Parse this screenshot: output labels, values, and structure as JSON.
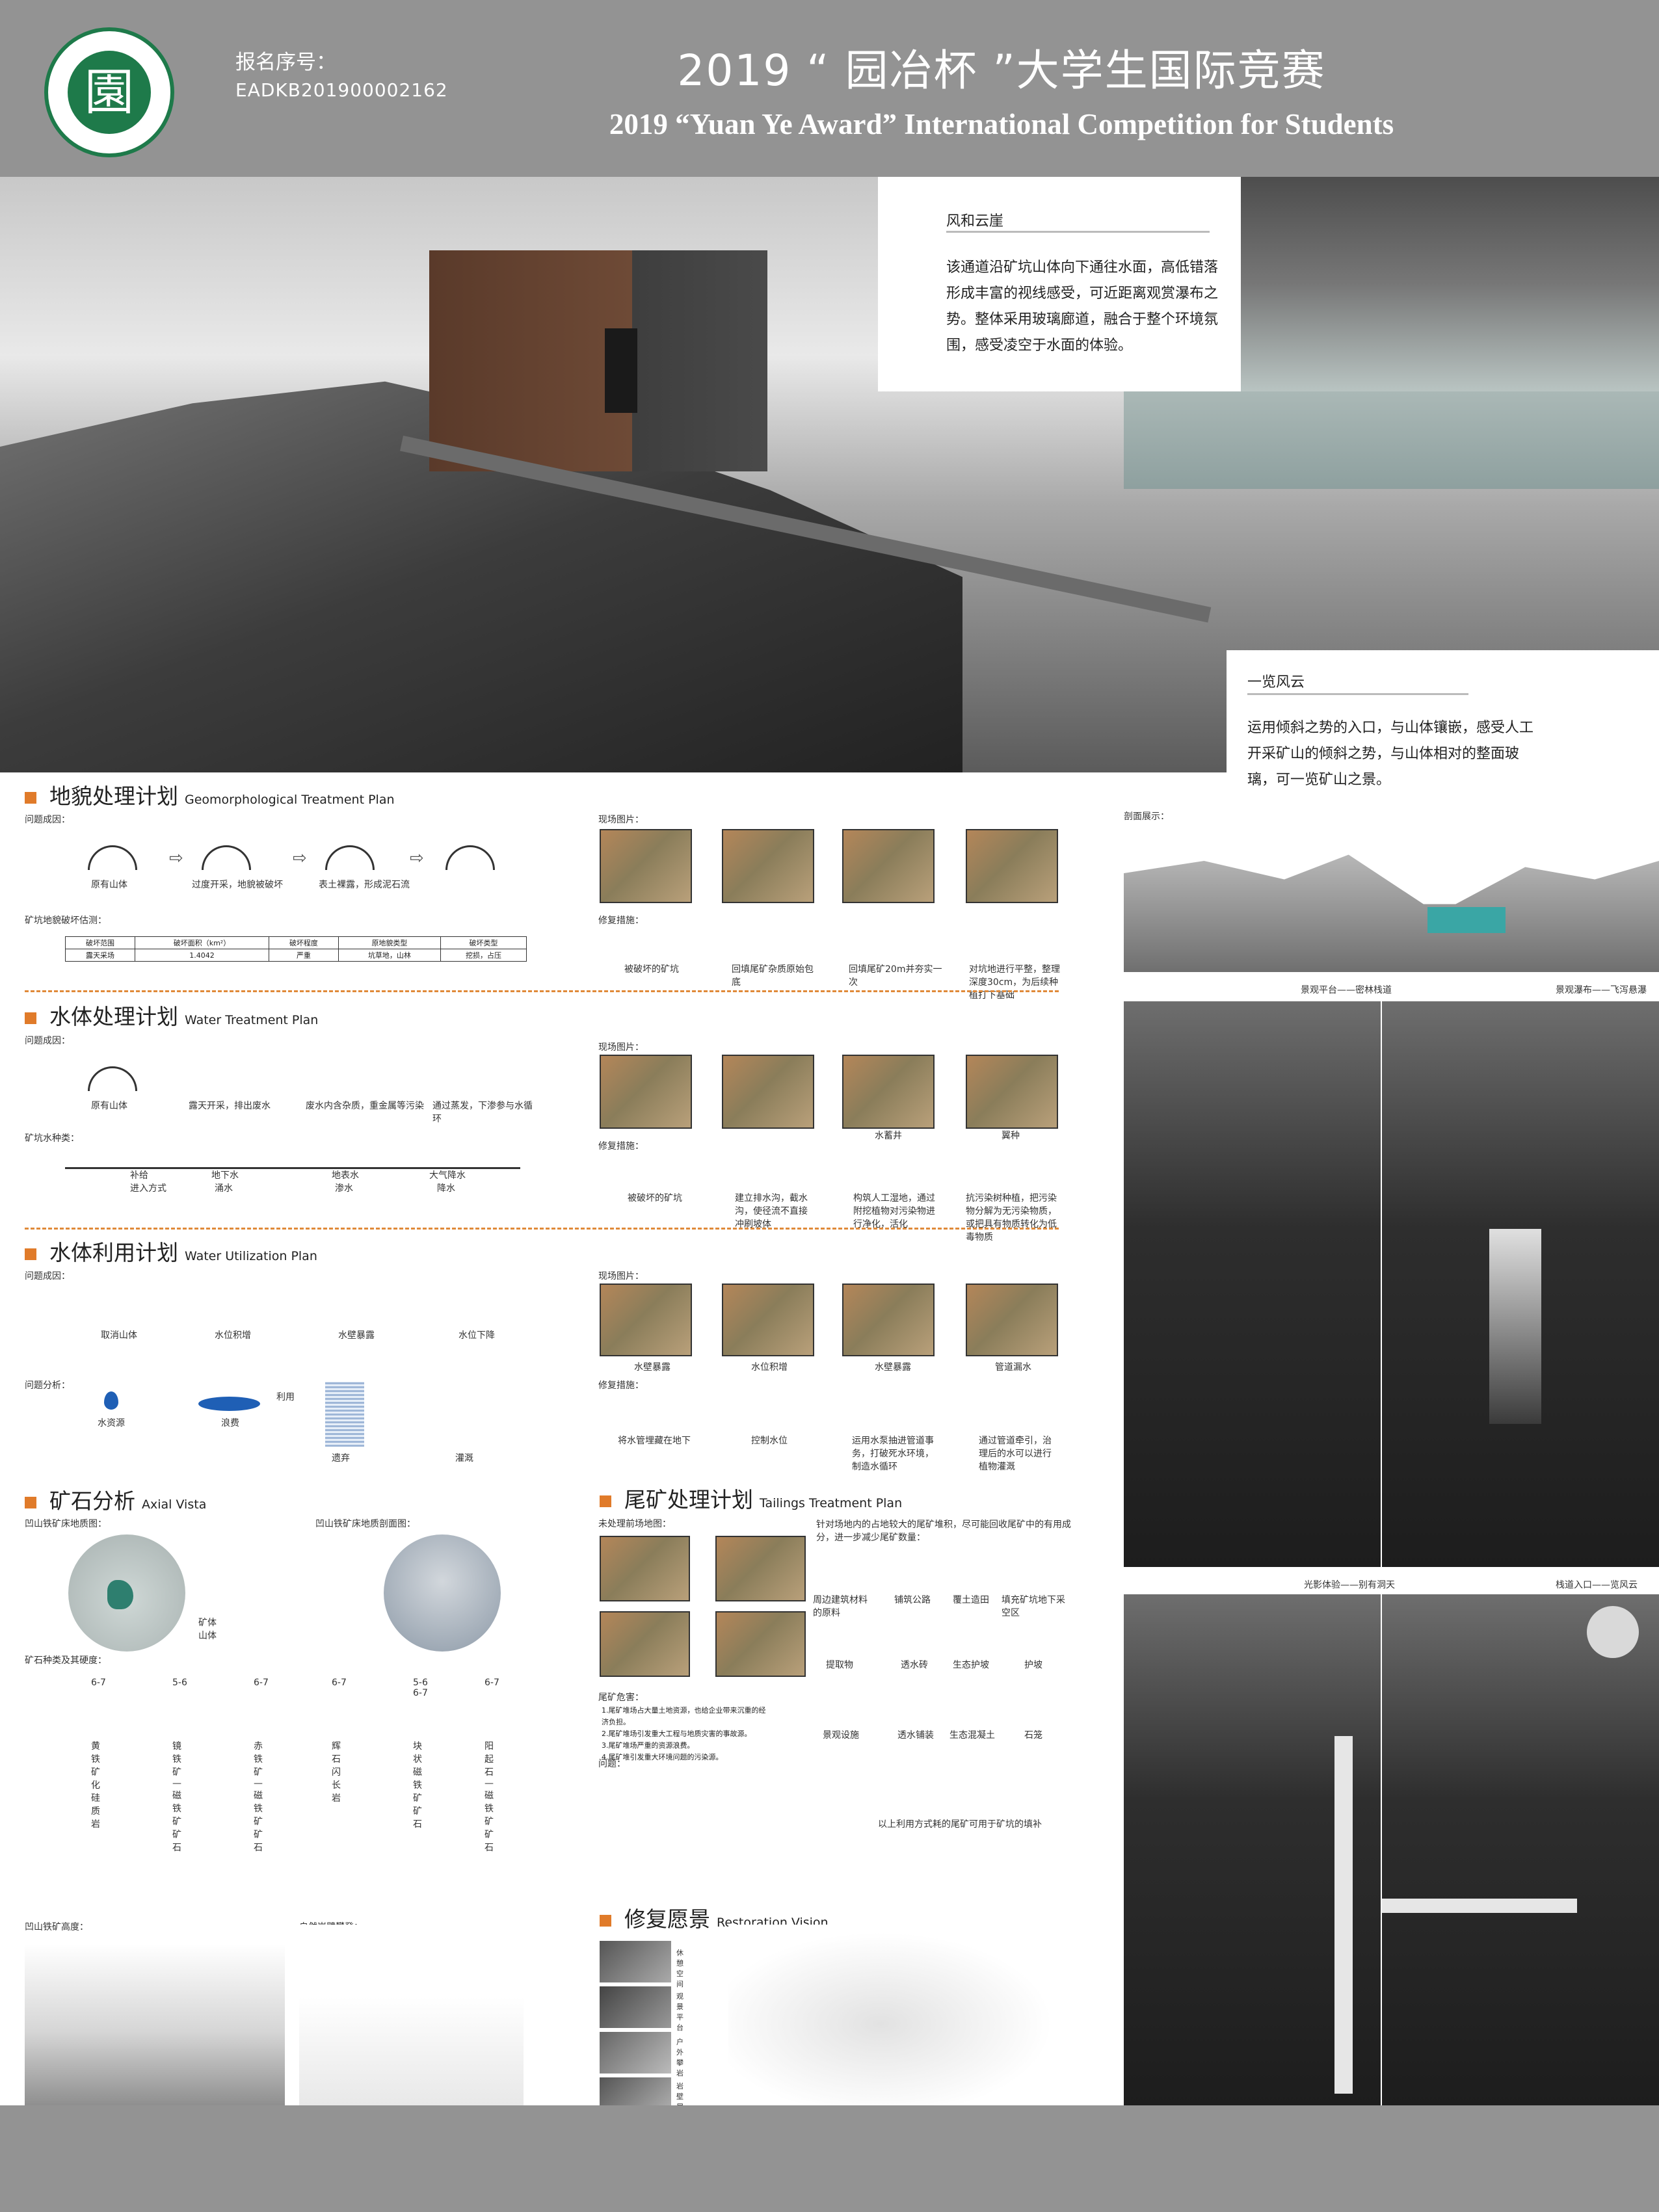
{
  "header": {
    "registration_label": "报名序号：",
    "registration_number": "EADKB201900002162",
    "title_cn": "2019 “ 园冶杯 ”大学生国际竞赛",
    "title_en": "2019 “Yuan Ye Award” International Competition for  Students",
    "logo_text": "園"
  },
  "hero": {
    "block1": {
      "title": "风和云崖",
      "text": "该通道沿矿坑山体向下通往水面，高低错落形成丰富的视线感受，可近距离观赏瀑布之势。整体采用玻璃廊道，融合于整个环境氛围，感受凌空于水面的体验。"
    },
    "block2": {
      "title": "一览风云",
      "text": "运用倾斜之势的入口，与山体镶嵌，感受人工开采矿山的倾斜之势，与山体相对的整面玻璃，可一览矿山之景。"
    }
  },
  "sections": {
    "geo": {
      "title_cn": "地貌处理计划",
      "title_en": "Geomorphological Treatment Plan",
      "problem": "问题成因：",
      "site_photos": "现场图片：",
      "measures": "修复措施：",
      "table_caption": "矿坑地貌破坏估测：",
      "steps": [
        "原有山体",
        "过度开采，地貌被破坏",
        "表土裸露，形成泥石流"
      ],
      "measure_steps": [
        "被破坏的矿坑",
        "回填尾矿杂质原始包底",
        "回填尾矿20m并夯实一次",
        "对坑地进行平整，整理深度30cm，为后续种植打下基础"
      ],
      "table_head": [
        "破坏范围",
        "破坏面积（km²）",
        "破坏程度",
        "原地貌类型",
        "破坏类型"
      ],
      "table_row": [
        "露天采场",
        "1.4042",
        "严重",
        "坑草地，山林",
        "挖损，占压"
      ]
    },
    "water": {
      "title_cn": "水体处理计划",
      "title_en": "Water Treatment Plan",
      "problem": "问题成因：",
      "site_photos": "现场图片：",
      "measures": "修复措施：",
      "water_types": "矿坑水种类：",
      "steps": [
        "原有山体",
        "露天开采，排出废水",
        "废水内含杂质，重金属等污染",
        "通过蒸发，下渗参与水循环"
      ],
      "types": [
        "地下水",
        "地表水",
        "大气降水"
      ],
      "types_sub": [
        "渗水",
        "涌水",
        "降水"
      ],
      "row_labels": [
        "补给",
        "进入方式"
      ],
      "photo_captions": [
        "水蓄井",
        "翼种"
      ],
      "measure_steps": [
        "被破坏的矿坑",
        "建立排水沟，截水沟，使径流不直接冲刷坡体",
        "构筑人工湿地，通过附挖植物对污染物进行净化，活化",
        "抗污染树种植，把污染物分解为无污染物质，或把具有物质转化为低毒物质"
      ]
    },
    "use": {
      "title_cn": "水体利用计划",
      "title_en": "Water Utilization Plan",
      "problem": "问题成因：",
      "site_photos": "现场图片：",
      "measures": "修复措施：",
      "analysis": "问题分析：",
      "steps": [
        "取消山体",
        "水位积增",
        "水壁暴露",
        "水位下降"
      ],
      "analysis_labels": [
        "水资源",
        "浪费",
        "利用",
        "遗弃",
        "灌溉"
      ],
      "photo_captions": [
        "水壁暴露",
        "水位积增",
        "水壁暴露",
        "管道漏水"
      ],
      "measure_steps": [
        "将水管埋藏在地下",
        "控制水位",
        "运用水泵抽进管道事务，打破死水环境，制造水循环",
        "通过管道牵引，治理后的水可以进行植物灌溉"
      ]
    },
    "ore": {
      "title_cn": "矿石分析",
      "title_en": "Axial Vista",
      "plan_map": "凹山铁矿床地质图：",
      "section_map": "凹山铁矿床地质剖面图：",
      "hardness": "矿石种类及其硬度：",
      "elevation": "凹山铁矿高度：",
      "rock_climb": "自然岩壁攀登：",
      "legend": [
        "矿体",
        "山体"
      ],
      "hardness_values": [
        "6-7",
        "5-6",
        "6-7",
        "6-7",
        "5-6\n6-7",
        "6-7"
      ],
      "ore_names": [
        "黄铁矿化硅质岩",
        "镜铁矿—磁铁矿矿石",
        "赤铁矿—磁铁矿矿石",
        "辉石闪长岩",
        "块状磁铁矿矿石",
        "阳起石—磁铁矿矿石"
      ]
    },
    "tailings": {
      "title_cn": "尾矿处理计划",
      "title_en": "Tailings Treatment Plan",
      "untreated": "未处理前场地图：",
      "hazard": "尾矿危害：",
      "question": "问题：",
      "intro": "针对场地内的占地较大的尾矿堆积，尽可能回收尾矿中的有用成分，进一步减少尾矿数量：",
      "hazards": [
        "1.尾矿堆场占大量土地资源，也给企业带来沉重的经济负担。",
        "2.尾矿堆场引发重大工程与地质灾害的事故源。",
        "3.尾矿堆场严重的资源浪费。",
        "4.尾矿堆引发重大环境问题的污染源。"
      ],
      "columns": [
        "周边建筑材料的原料",
        "铺筑公路",
        "覆土造田",
        "填充矿坑地下采空区"
      ],
      "outcomes": [
        "提取物",
        "透水砖",
        "生态护坡",
        "护坡",
        "景观设施",
        "透水铺装",
        "生态混凝土",
        "石笼"
      ],
      "summary": "以上利用方式耗的尾矿可用于矿坑的填补"
    },
    "vision": {
      "title_cn": "修复愿景",
      "title_en": "Restoration Vision",
      "side_labels": [
        "休憩空间",
        "观景平台",
        "户外攀岩",
        "岩壁展览"
      ]
    }
  },
  "right": {
    "section_label": "剖面展示：",
    "captions": [
      "景观平台——密林栈道",
      "景观瀑布——飞泻悬瀑",
      "光影体验——别有洞天",
      "栈道入口——览风云"
    ]
  }
}
